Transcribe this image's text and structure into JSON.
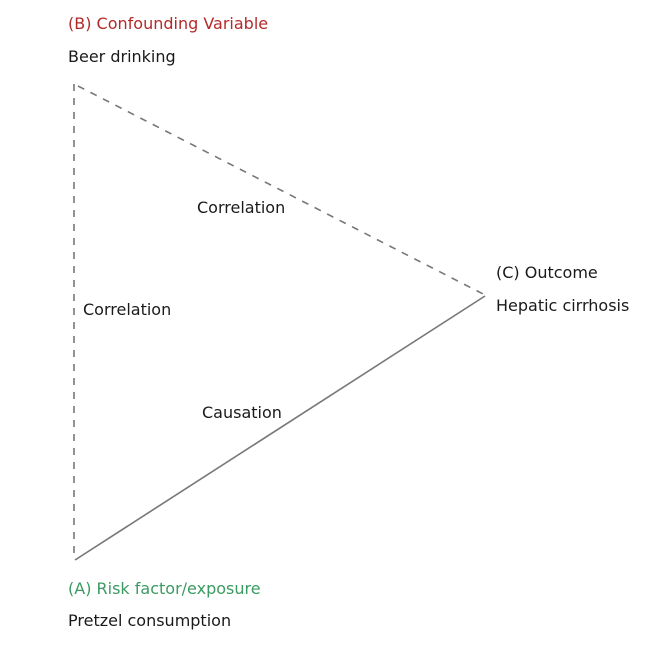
{
  "colors": {
    "confounder": "#b22a2a",
    "exposure": "#3a9a62",
    "outcome": "#1a1a1a",
    "line": "#777777"
  },
  "nodes": {
    "confounder": {
      "heading": "(B) Confounding Variable",
      "example": "Beer drinking"
    },
    "outcome": {
      "heading": "(C) Outcome",
      "example": "Hepatic cirrhosis"
    },
    "exposure": {
      "heading": "(A) Risk factor/exposure",
      "example": "Pretzel consumption"
    }
  },
  "edges": {
    "confounder_outcome": {
      "label": "Correlation",
      "style": "dashed"
    },
    "confounder_exposure": {
      "label": "Correlation",
      "style": "dashed"
    },
    "exposure_outcome": {
      "label": "Causation",
      "style": "solid"
    }
  }
}
